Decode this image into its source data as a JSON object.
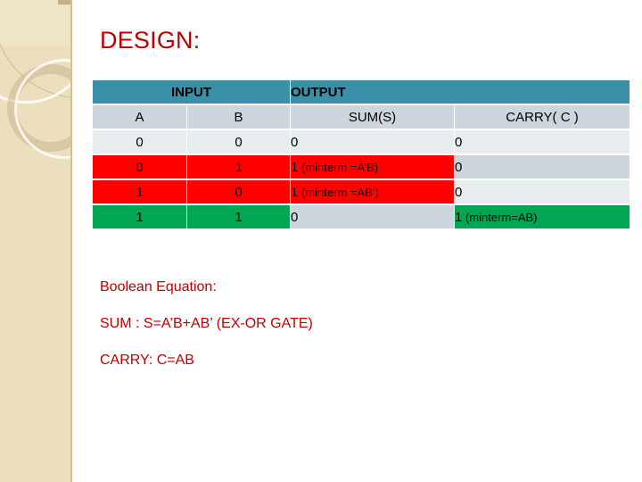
{
  "slide": {
    "title": "DESIGN:",
    "title_color": "#c00000",
    "background_color": "#ffffff",
    "sidebar_color": "#ecdfbe"
  },
  "table": {
    "header_color": "#3b90a8",
    "subheader_color": "#ccd6dc",
    "highlight_red": "#fe0000",
    "highlight_green": "#00a651",
    "group_headers": [
      {
        "label": "INPUT",
        "span": 2
      },
      {
        "label": "OUTPUT",
        "span": 2
      }
    ],
    "columns": [
      "A",
      "B",
      "SUM(S)",
      "CARRY( C )"
    ],
    "rows": [
      {
        "a": {
          "value": "0",
          "fill": "light"
        },
        "b": {
          "value": "0",
          "fill": "light"
        },
        "sum": {
          "value": "0",
          "note": "",
          "fill": "light"
        },
        "carry": {
          "value": "0",
          "note": "",
          "fill": "light"
        }
      },
      {
        "a": {
          "value": "0",
          "fill": "red"
        },
        "b": {
          "value": "1",
          "fill": "red"
        },
        "sum": {
          "value": "1",
          "note": "(minterm =A’B)",
          "fill": "red"
        },
        "carry": {
          "value": "0",
          "note": "",
          "fill": "dark"
        }
      },
      {
        "a": {
          "value": "1",
          "fill": "red"
        },
        "b": {
          "value": "0",
          "fill": "red"
        },
        "sum": {
          "value": "1",
          "note": "(minterm =AB’)",
          "fill": "red"
        },
        "carry": {
          "value": "0",
          "note": "",
          "fill": "light"
        }
      },
      {
        "a": {
          "value": "1",
          "fill": "green"
        },
        "b": {
          "value": "1",
          "fill": "green"
        },
        "sum": {
          "value": "0",
          "note": "",
          "fill": "dark"
        },
        "carry": {
          "value": "1",
          "note": "(minterm=AB)",
          "fill": "green"
        }
      }
    ]
  },
  "equations": {
    "heading": "Boolean Equation:",
    "sum": "SUM :  S=A’B+AB’ (EX-OR GATE)",
    "carry": "CARRY:   C=AB"
  }
}
